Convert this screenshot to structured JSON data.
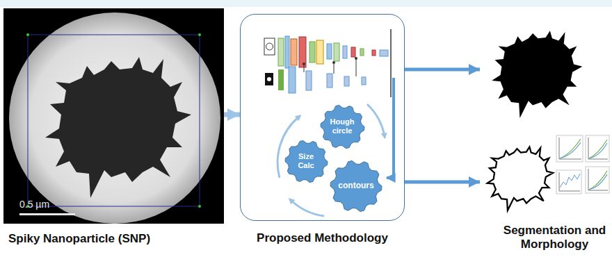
{
  "diagram": {
    "nodes": [
      {
        "text": [
          "Spiky Nanoparticle (SNP)"
        ]
      },
      {
        "text": [
          "Proposed Methodology"
        ]
      },
      {
        "text": [
          "Hough circle"
        ],
        "in": 1
      },
      {
        "text": [
          "Size Calc"
        ],
        "in": 1
      },
      {
        "text": [
          "contours"
        ],
        "in": 1
      },
      {
        "text": [
          "Segmentation and Morphology"
        ]
      }
    ],
    "edges": [
      {
        "from": 0,
        "to": 1,
        "arrow": "to"
      },
      {
        "from": 1,
        "to": 5,
        "arrow": "to"
      },
      {
        "from": 1,
        "to": 5,
        "arrow": "to"
      }
    ],
    "labels": [
      "0.5 µm"
    ]
  }
}
